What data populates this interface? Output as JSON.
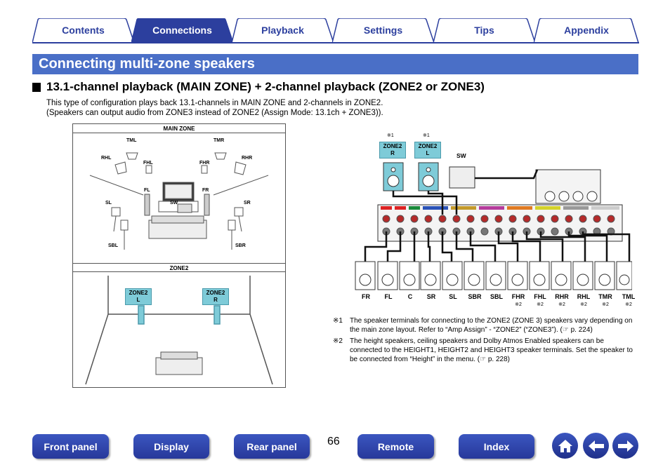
{
  "tabs": [
    {
      "label": "Contents",
      "active": false
    },
    {
      "label": "Connections",
      "active": true
    },
    {
      "label": "Playback",
      "active": false
    },
    {
      "label": "Settings",
      "active": false
    },
    {
      "label": "Tips",
      "active": false
    },
    {
      "label": "Appendix",
      "active": false
    }
  ],
  "page_title": "Connecting multi-zone speakers",
  "section_heading": "13.1-channel playback (MAIN ZONE) + 2-channel playback (ZONE2 or ZONE3)",
  "intro": [
    "This type of configuration plays back 13.1-channels in MAIN ZONE and 2-channels in ZONE2.",
    "(Speakers can output audio from ZONE3 instead of ZONE2 (Assign Mode: 13.1ch + ZONE3))."
  ],
  "main_zone": {
    "label": "MAIN ZONE",
    "speakers": {
      "tml": "TML",
      "tmr": "TMR",
      "rhl": "RHL",
      "rhr": "RHR",
      "fhl": "FHL",
      "fhr": "FHR",
      "fl": "FL",
      "fr": "FR",
      "sl": "SL",
      "sr": "SR",
      "sw": "SW",
      "sbl": "SBL",
      "sbr": "SBR"
    }
  },
  "zone2": {
    "label": "ZONE2",
    "left": {
      "line1": "ZONE2",
      "line2": "L"
    },
    "right": {
      "line1": "ZONE2",
      "line2": "R"
    }
  },
  "rear_panel": {
    "note_mark": "※1",
    "zone_left_tag": {
      "line1": "ZONE2",
      "line2": "R"
    },
    "zone_right_tag": {
      "line1": "ZONE2",
      "line2": "L"
    },
    "sw_label": "SW",
    "speakers": [
      {
        "label": "FR",
        "note": ""
      },
      {
        "label": "FL",
        "note": ""
      },
      {
        "label": "C",
        "note": ""
      },
      {
        "label": "SR",
        "note": ""
      },
      {
        "label": "SL",
        "note": ""
      },
      {
        "label": "SBR",
        "note": ""
      },
      {
        "label": "SBL",
        "note": ""
      },
      {
        "label": "FHR",
        "note": "※2"
      },
      {
        "label": "FHL",
        "note": "※2"
      },
      {
        "label": "RHR",
        "note": "※2"
      },
      {
        "label": "RHL",
        "note": "※2"
      },
      {
        "label": "TMR",
        "note": "※2"
      },
      {
        "label": "TML",
        "note": "※2"
      }
    ]
  },
  "notes": [
    {
      "mark": "※1",
      "text": "The speaker terminals for connecting to the ZONE2 (ZONE 3) speakers vary depending on the main zone layout. Refer to “Amp Assign” - “ZONE2” (“ZONE3”).",
      "ref": "p. 224"
    },
    {
      "mark": "※2",
      "text": "The height speakers, ceiling speakers and Dolby Atmos Enabled speakers can be connected to the HEIGHT1, HEIGHT2 and HEIGHT3 speaker terminals. Set the speaker to be connected from “Height” in the menu.",
      "ref": "p. 228"
    }
  ],
  "bottom_nav": {
    "front_panel": "Front panel",
    "display": "Display",
    "rear_panel": "Rear panel",
    "page_number": "66",
    "remote": "Remote",
    "index": "Index"
  },
  "colors": {
    "brand_blue": "#2c3f9e",
    "title_bar": "#4a6fc7",
    "zone_tag": "#7ecbd8"
  }
}
